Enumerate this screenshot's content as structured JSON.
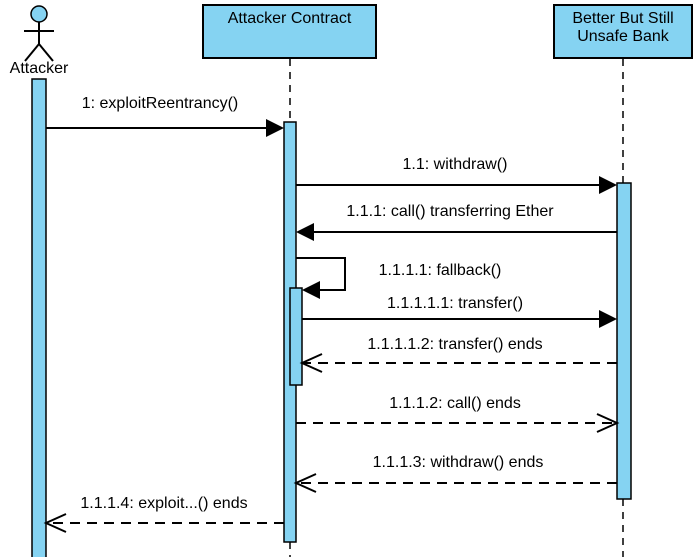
{
  "colors": {
    "shape_fill": "#85d3f2",
    "stroke": "#000000",
    "background": "#ffffff"
  },
  "actor": {
    "label": "Attacker"
  },
  "participants": [
    {
      "label": "Attacker Contract"
    },
    {
      "label_lines": [
        "Better But Still",
        "Unsafe Bank"
      ]
    }
  ],
  "messages": [
    {
      "label": "1: exploitReentrancy()",
      "kind": "sync",
      "direction": "right"
    },
    {
      "label": "1.1: withdraw()",
      "kind": "sync",
      "direction": "right"
    },
    {
      "label": "1.1.1: call() transferring Ether",
      "kind": "sync",
      "direction": "left"
    },
    {
      "label": "1.1.1.1: fallback()",
      "kind": "self",
      "direction": "self"
    },
    {
      "label": "1.1.1.1.1: transfer()",
      "kind": "sync",
      "direction": "right"
    },
    {
      "label": "1.1.1.1.2: transfer() ends",
      "kind": "return",
      "direction": "left"
    },
    {
      "label": "1.1.1.2: call() ends",
      "kind": "return",
      "direction": "right"
    },
    {
      "label": "1.1.1.3: withdraw() ends",
      "kind": "return",
      "direction": "left"
    },
    {
      "label": "1.1.1.4: exploit...() ends",
      "kind": "return",
      "direction": "left"
    }
  ]
}
